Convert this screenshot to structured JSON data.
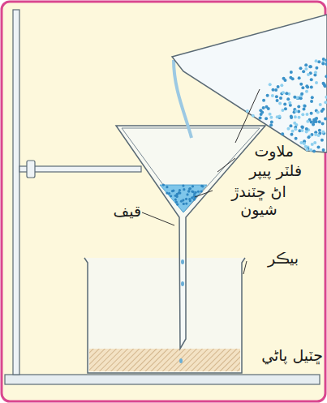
{
  "diagram": {
    "labels": [
      "ملاوت",
      "فلٽر پيپر",
      "اڻ ڇٽندڙ شيون",
      "قيف",
      "بيڪر",
      "ڇٽيل پاڻي"
    ]
  }
}
